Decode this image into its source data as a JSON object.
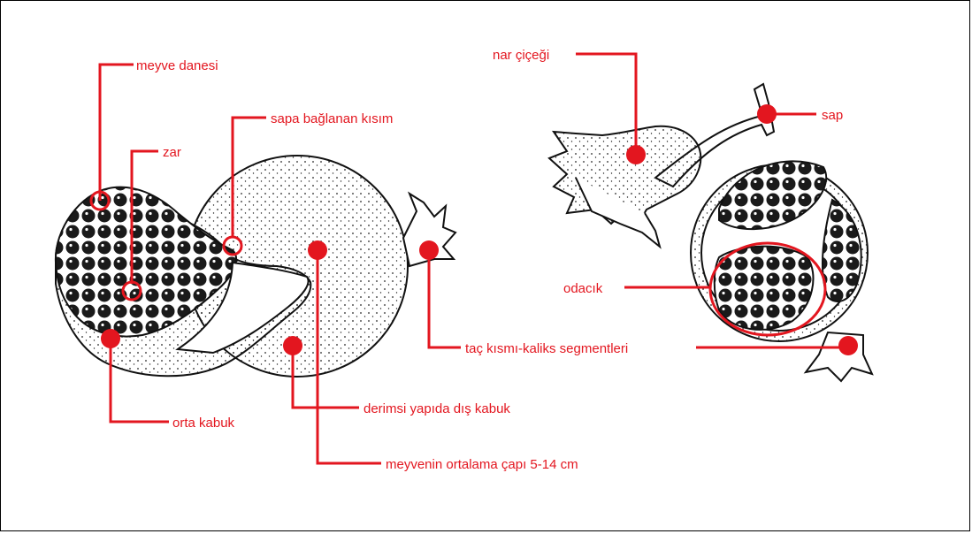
{
  "labels": {
    "meyve_danesi": "meyve danesi",
    "zar": "zar",
    "sapa_baglanan": "sapa bağlanan kısım",
    "orta_kabuk": "orta kabuk",
    "dis_kabuk": "derimsi yapıda dış kabuk",
    "cap": "meyvenin ortalama çapı 5-14 cm",
    "nar_cicegi": "nar çiçeği",
    "sap": "sap",
    "odacik": "odacık",
    "tac": "taç kısmı-kaliks segmentleri"
  },
  "colors": {
    "accent": "#e3161f",
    "ink": "#111111",
    "background": "#ffffff"
  }
}
